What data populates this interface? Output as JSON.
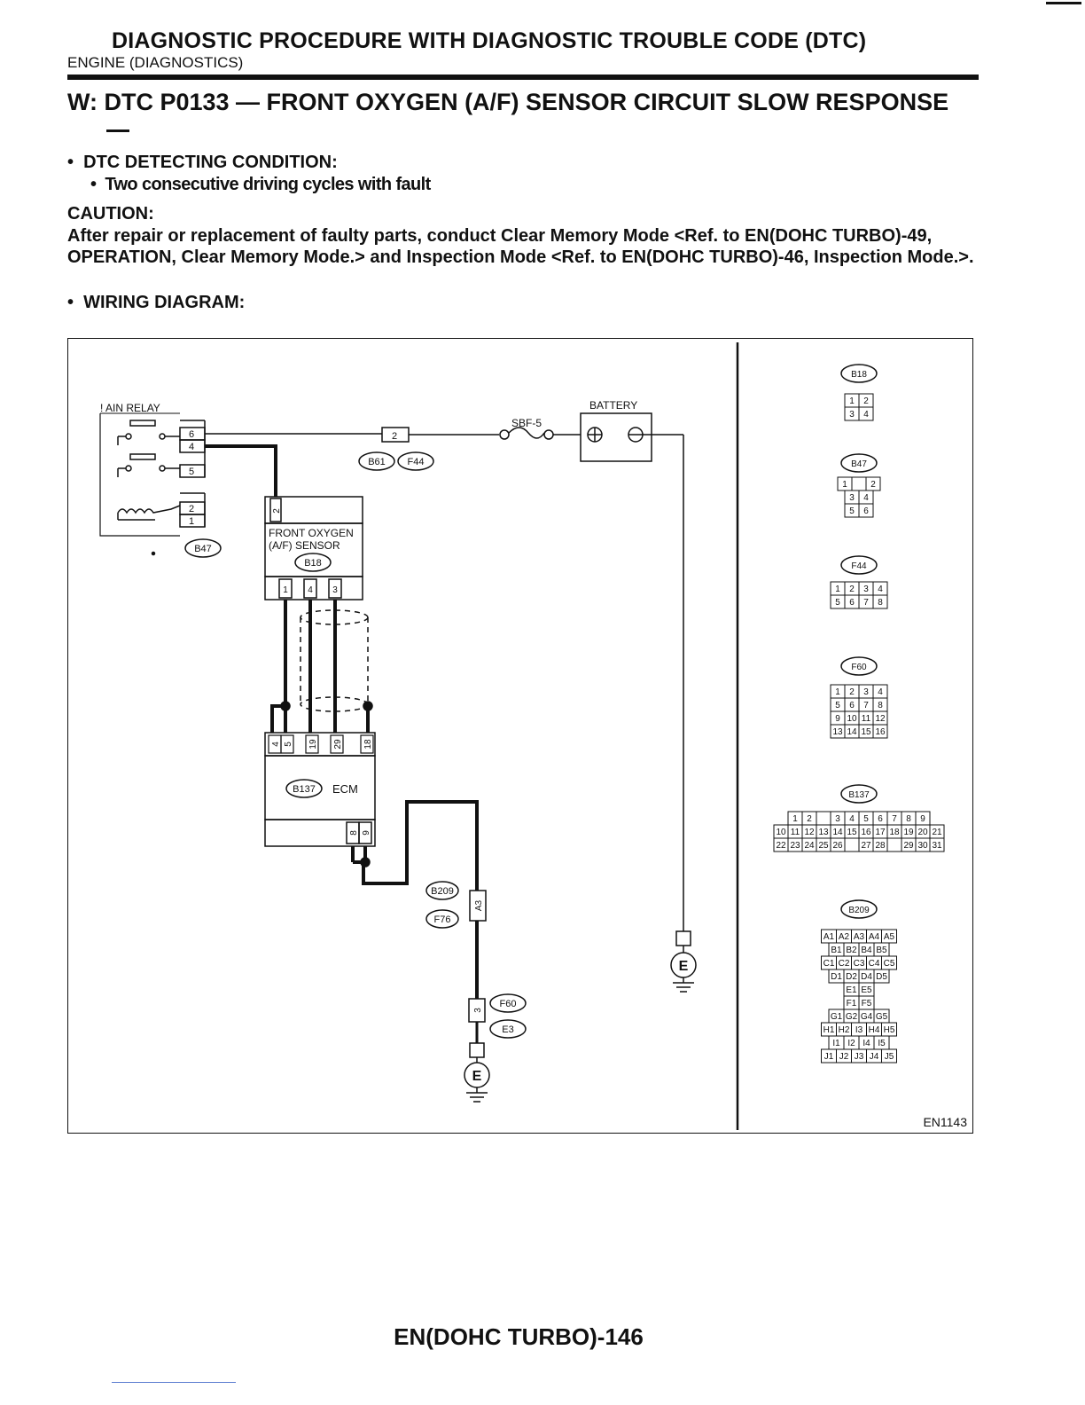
{
  "header": {
    "title": "DIAGNOSTIC PROCEDURE WITH DIAGNOSTIC TROUBLE CODE (DTC)",
    "subtitle": "ENGINE (DIAGNOSTICS)"
  },
  "section": {
    "heading": "W: DTC P0133 — FRONT OXYGEN (A/F) SENSOR CIRCUIT SLOW RESPONSE",
    "detecting_condition_label": "DTC DETECTING CONDITION:",
    "detecting_condition_item": "Two consecutive driving cycles with fault",
    "caution_label": "CAUTION:",
    "caution_text": "After repair or replacement of faulty parts, conduct Clear Memory Mode <Ref. to EN(DOHC TURBO)-49, OPERATION, Clear Memory Mode.> and Inspection Mode <Ref. to EN(DOHC TURBO)-46, Inspection Mode.>.",
    "wiring_label": "WIRING DIAGRAM:"
  },
  "diagram": {
    "main_relay_label": "! AIN RELAY",
    "battery_label": "BATTERY",
    "fuse_label": "SBF-5",
    "sensor_label_line1": "FRONT OXYGEN",
    "sensor_label_line2": "(A/F) SENSOR",
    "ecm_label": "ECM",
    "connectors": {
      "B47": "B47",
      "B61": "B61",
      "F44": "F44",
      "B18": "B18",
      "B137": "B137",
      "B209": "B209",
      "F76": "F76",
      "F60": "F60",
      "E3": "E3"
    },
    "relay_pins": [
      "6",
      "4",
      "5",
      "2",
      "1"
    ],
    "b61_pin": "2",
    "sensor_pins": [
      "2",
      "1",
      "4",
      "3"
    ],
    "ecm_top_pins": [
      "4",
      "5",
      "19",
      "29",
      "18"
    ],
    "ecm_bottom_pins": [
      "8",
      "9"
    ],
    "a3_pin": "A3",
    "f60_pin": "3",
    "ground_label": "E",
    "figure_code": "EN1143"
  },
  "connector_views": {
    "B18": {
      "label": "B18",
      "rows": [
        [
          "1",
          "2"
        ],
        [
          "3",
          "4"
        ]
      ]
    },
    "B47": {
      "label": "B47",
      "rows": [
        [
          "1",
          "",
          "2"
        ],
        [
          "3",
          "4"
        ],
        [
          "5",
          "6"
        ]
      ]
    },
    "F44": {
      "label": "F44",
      "rows": [
        [
          "1",
          "2",
          "3",
          "4"
        ],
        [
          "5",
          "6",
          "7",
          "8"
        ]
      ]
    },
    "F60": {
      "label": "F60",
      "rows": [
        [
          "1",
          "2",
          "3",
          "4"
        ],
        [
          "5",
          "6",
          "7",
          "8"
        ],
        [
          "9",
          "10",
          "11",
          "12"
        ],
        [
          "13",
          "14",
          "15",
          "16"
        ]
      ]
    },
    "B137": {
      "label": "B137",
      "rows": [
        [
          "1",
          "2",
          "",
          "3",
          "4",
          "5",
          "6",
          "7",
          "8",
          "9"
        ],
        [
          "10",
          "11",
          "12",
          "13",
          "14",
          "15",
          "16",
          "17",
          "18",
          "19",
          "20",
          "21"
        ],
        [
          "22",
          "23",
          "24",
          "25",
          "26",
          "",
          "27",
          "28",
          "",
          "29",
          "30",
          "31"
        ]
      ]
    },
    "B209": {
      "label": "B209",
      "rows": [
        [
          "A1",
          "A2",
          "A3",
          "A4",
          "A5"
        ],
        [
          "B1",
          "B2",
          "B4",
          "B5"
        ],
        [
          "C1",
          "C2",
          "C3",
          "C4",
          "C5"
        ],
        [
          "D1",
          "D2",
          "D4",
          "D5"
        ],
        [
          "E1",
          "E5"
        ],
        [
          "F1",
          "F5"
        ],
        [
          "G1",
          "G2",
          "G4",
          "G5"
        ],
        [
          "H1",
          "H2",
          "I3",
          "H4",
          "H5"
        ],
        [
          "I1",
          "I2",
          "I4",
          "I5"
        ],
        [
          "J1",
          "J2",
          "J3",
          "J4",
          "J5"
        ]
      ]
    }
  },
  "footer": {
    "page_number": "EN(DOHC TURBO)-146"
  }
}
